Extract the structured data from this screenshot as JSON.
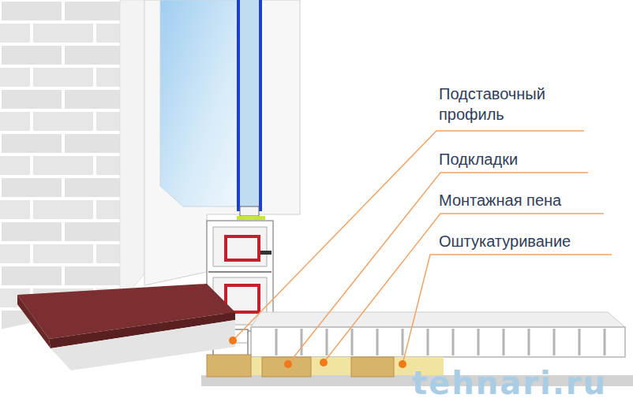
{
  "diagram": {
    "labels": [
      "Подставочный профиль",
      "Подкладки",
      "Монтажная пена",
      "Оштукатуривание",
      "tehnari.ru"
    ]
  }
}
